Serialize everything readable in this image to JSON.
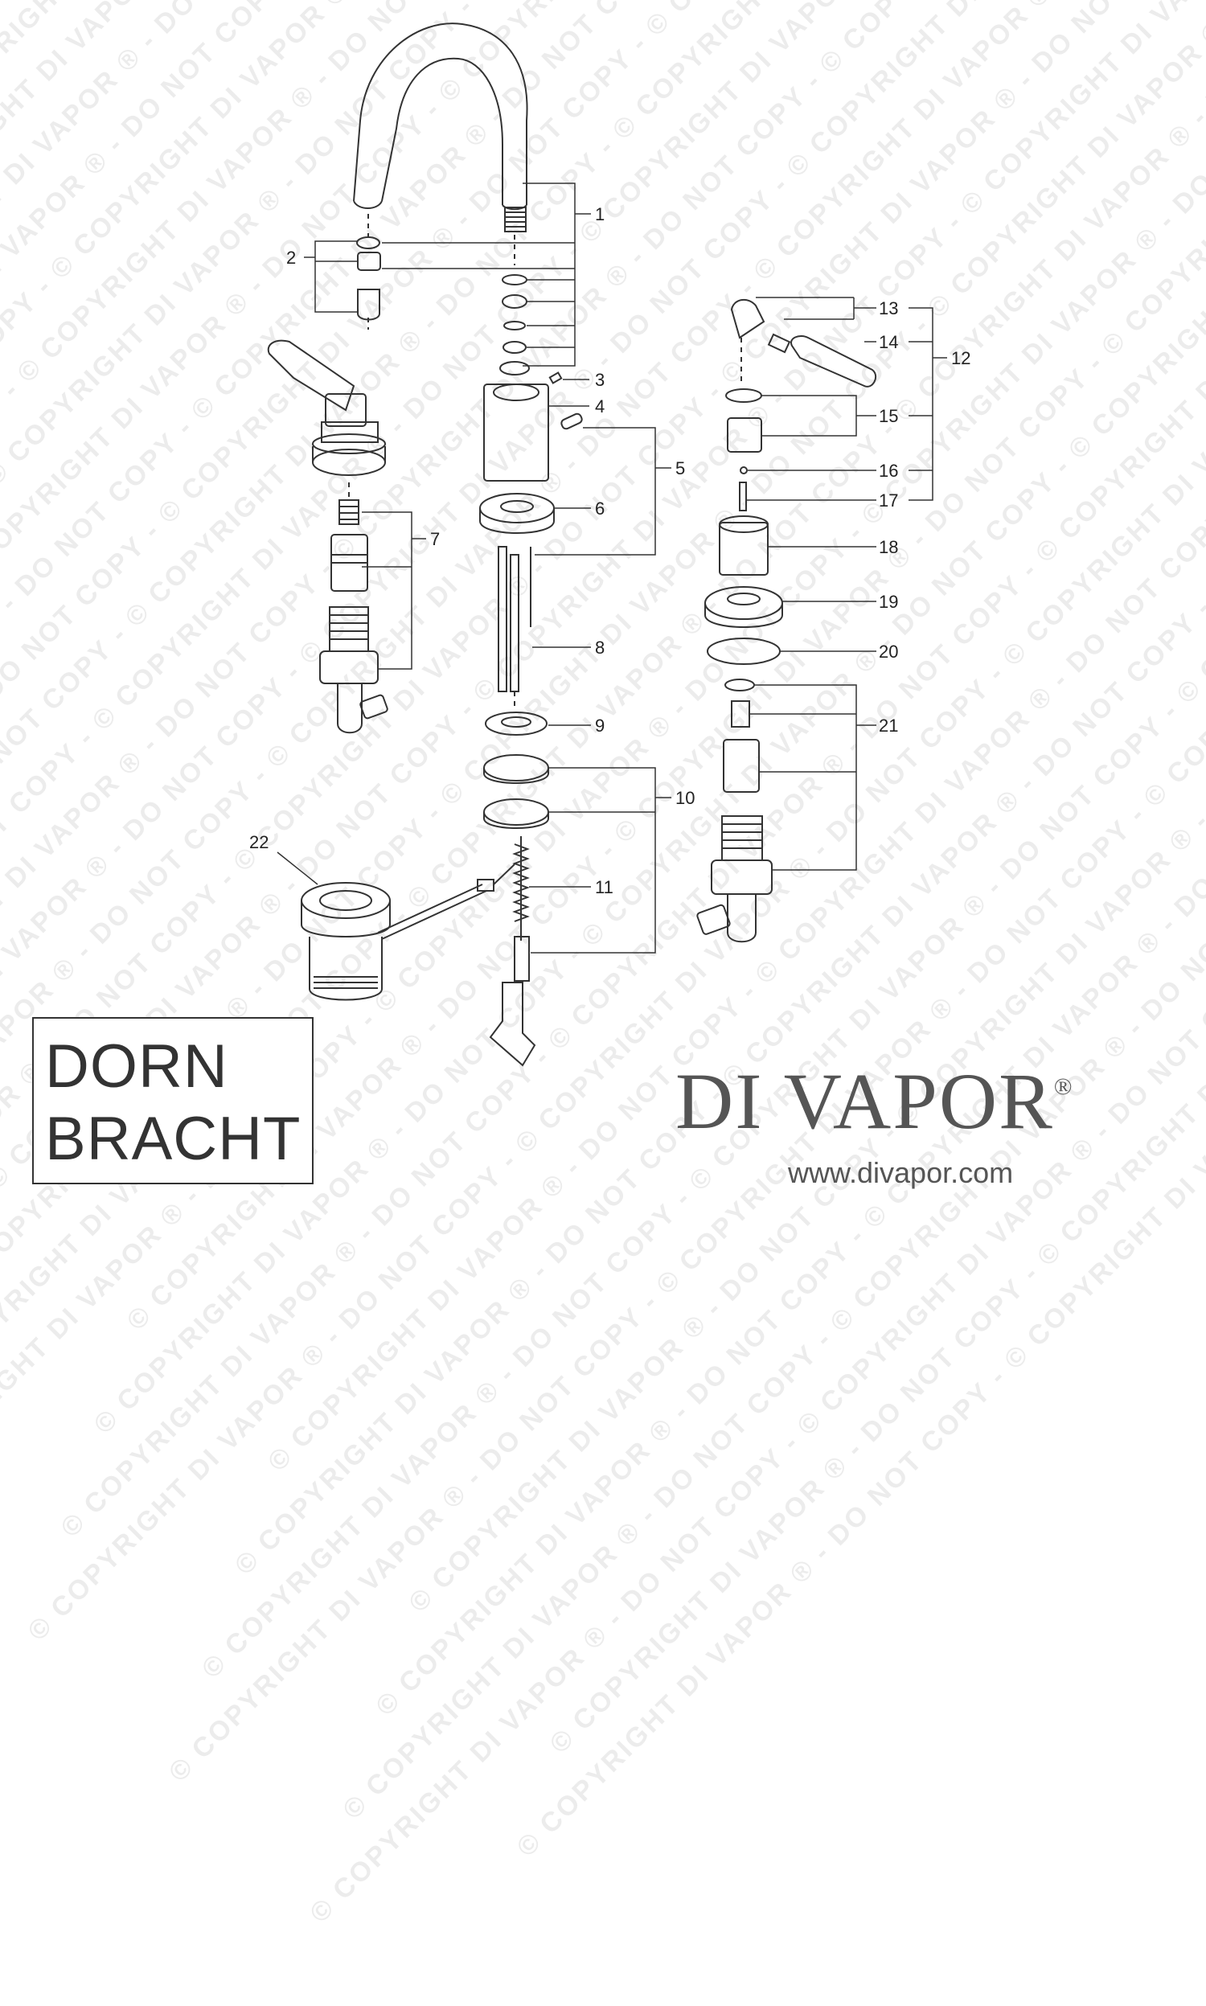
{
  "diagram": {
    "callouts": [
      "1",
      "2",
      "3",
      "4",
      "5",
      "6",
      "7",
      "8",
      "9",
      "10",
      "11",
      "12",
      "13",
      "14",
      "15",
      "16",
      "17",
      "18",
      "19",
      "20",
      "21",
      "22"
    ]
  },
  "watermark": {
    "text": "© COPYRIGHT DI VAPOR ® - DO NOT COPY - "
  },
  "branding": {
    "logo_line1": "DORN",
    "logo_line2": "BRACHT",
    "brand_name": "DI VAPOR",
    "brand_mark": "®",
    "website": "www.divapor.com"
  },
  "colors": {
    "line": "#333333",
    "text": "#555555",
    "watermark": "#969696"
  }
}
